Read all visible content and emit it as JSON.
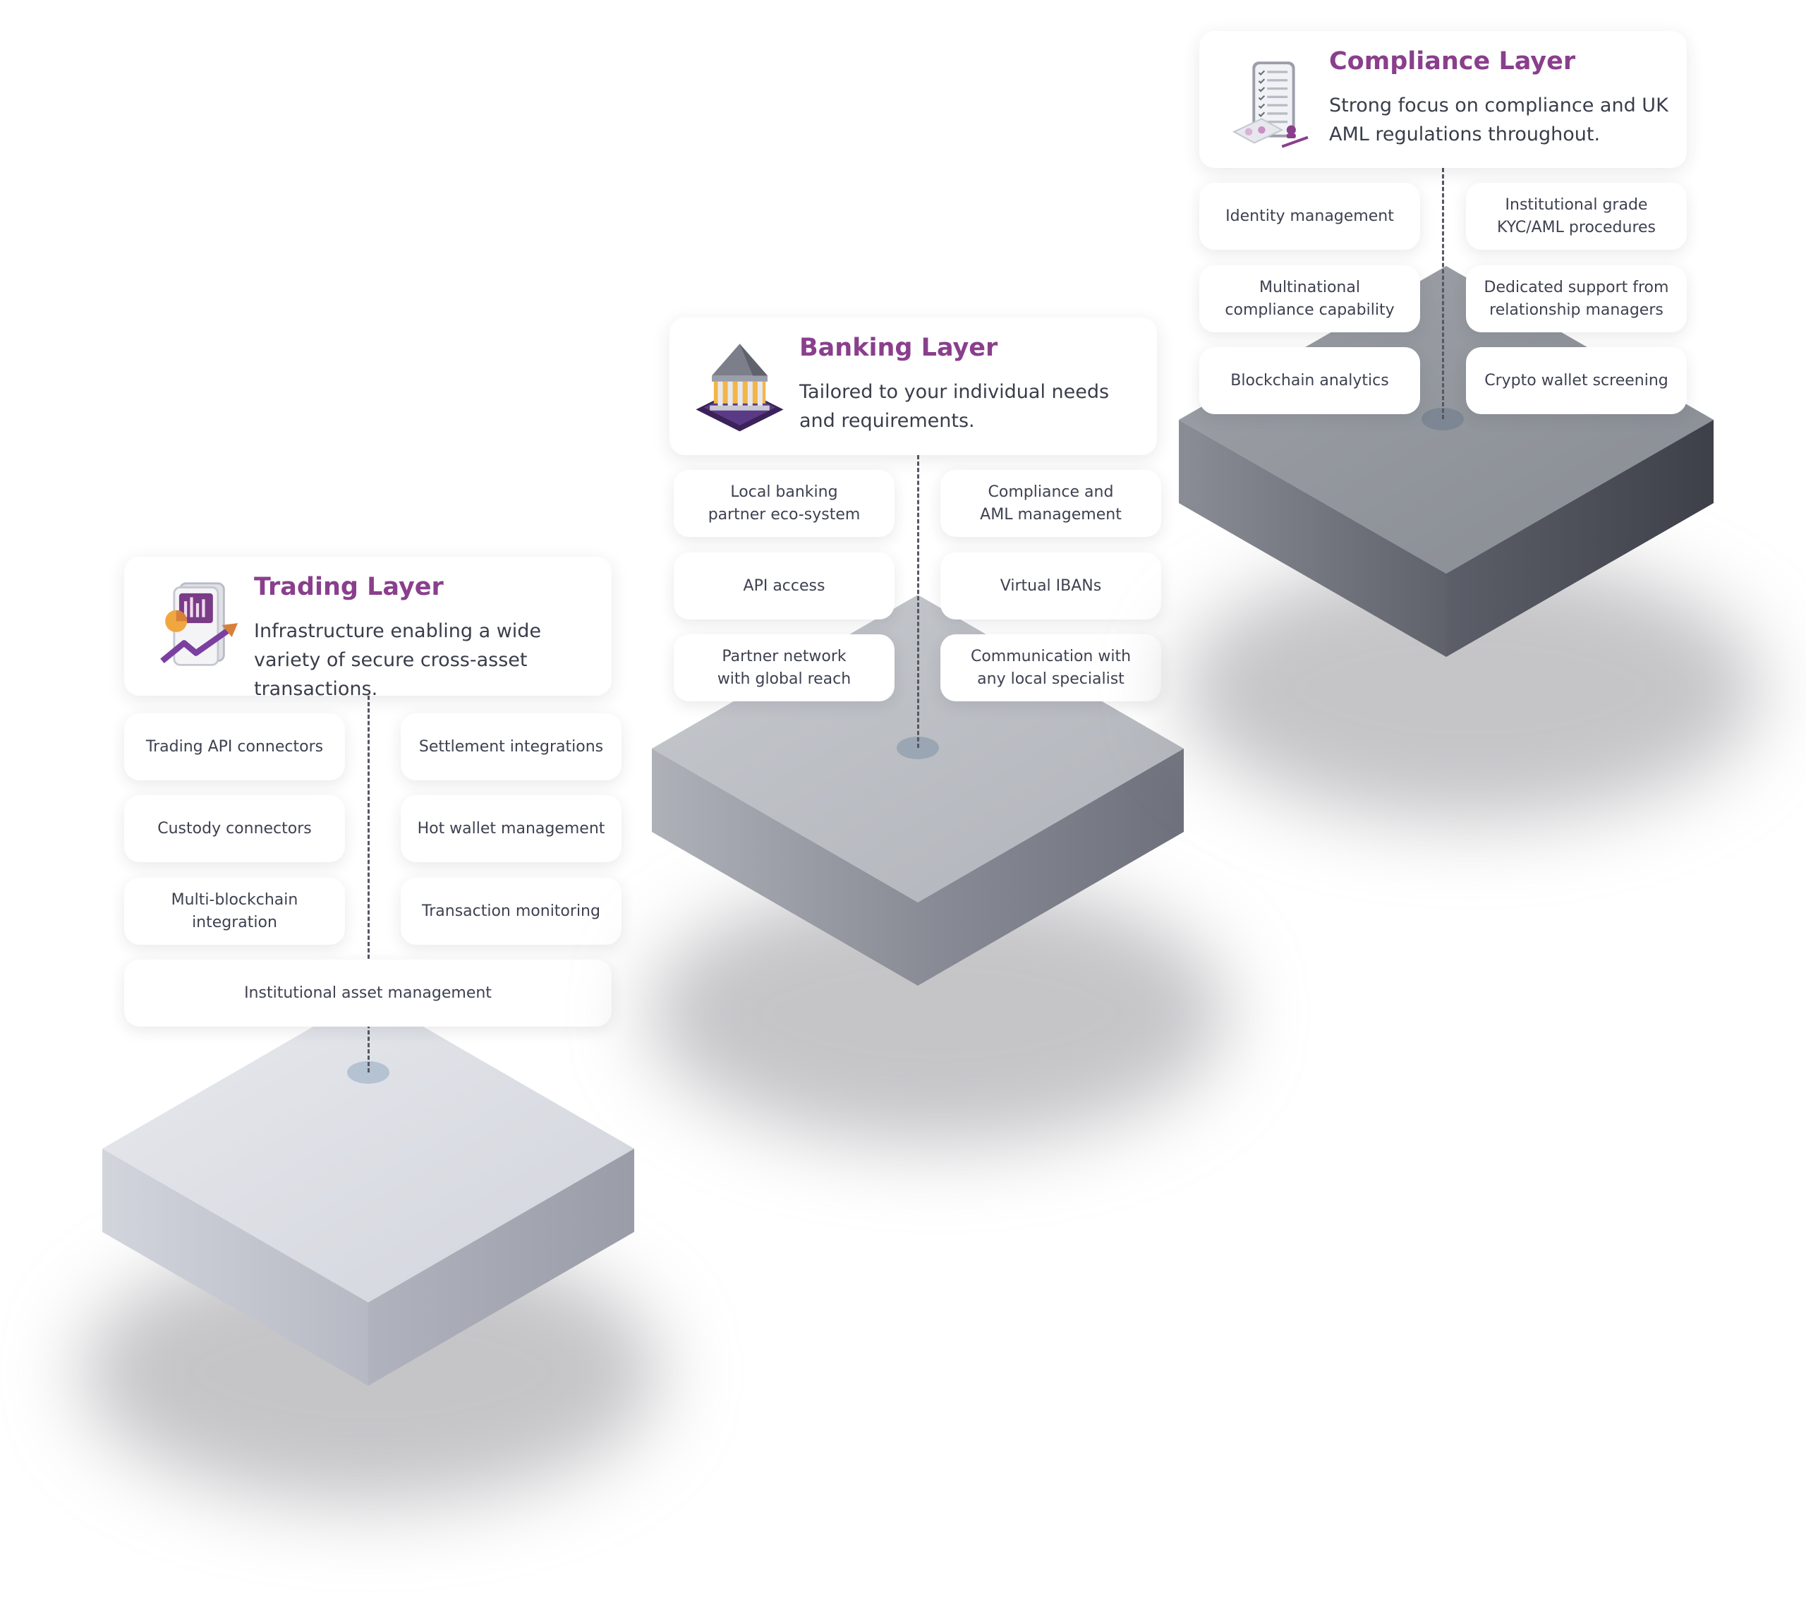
{
  "colors": {
    "title": "#8a3f8c",
    "text": "#3a3d4a",
    "card_bg": "#ffffff",
    "connector": "#555862"
  },
  "layers": [
    {
      "id": "trading",
      "title": "Trading Layer",
      "description": "Infrastructure enabling a wide variety of secure cross-asset transactions.",
      "icon": "trading-chart-icon",
      "platform_tone": "light",
      "features": [
        "Trading API connectors",
        "Settlement integrations",
        "Custody connectors",
        "Hot wallet management",
        "Multi-blockchain\nintegration",
        "Transaction monitoring",
        "Institutional asset management"
      ]
    },
    {
      "id": "banking",
      "title": "Banking Layer",
      "description": "Tailored to your individual needs and requirements.",
      "icon": "bank-building-icon",
      "platform_tone": "medium",
      "features": [
        "Local banking\npartner eco-system",
        "Compliance and\nAML management",
        "API access",
        "Virtual IBANs",
        "Partner network\nwith global reach",
        "Communication with\nany local specialist"
      ]
    },
    {
      "id": "compliance",
      "title": "Compliance Layer",
      "description": "Strong focus on compliance and UK AML regulations throughout.",
      "icon": "compliance-checklist-icon",
      "platform_tone": "dark",
      "features": [
        "Identity management",
        "Institutional grade\nKYC/AML procedures",
        "Multinational\ncompliance capability",
        "Dedicated support from\nrelationship managers",
        "Blockchain analytics",
        "Crypto wallet screening"
      ]
    }
  ]
}
